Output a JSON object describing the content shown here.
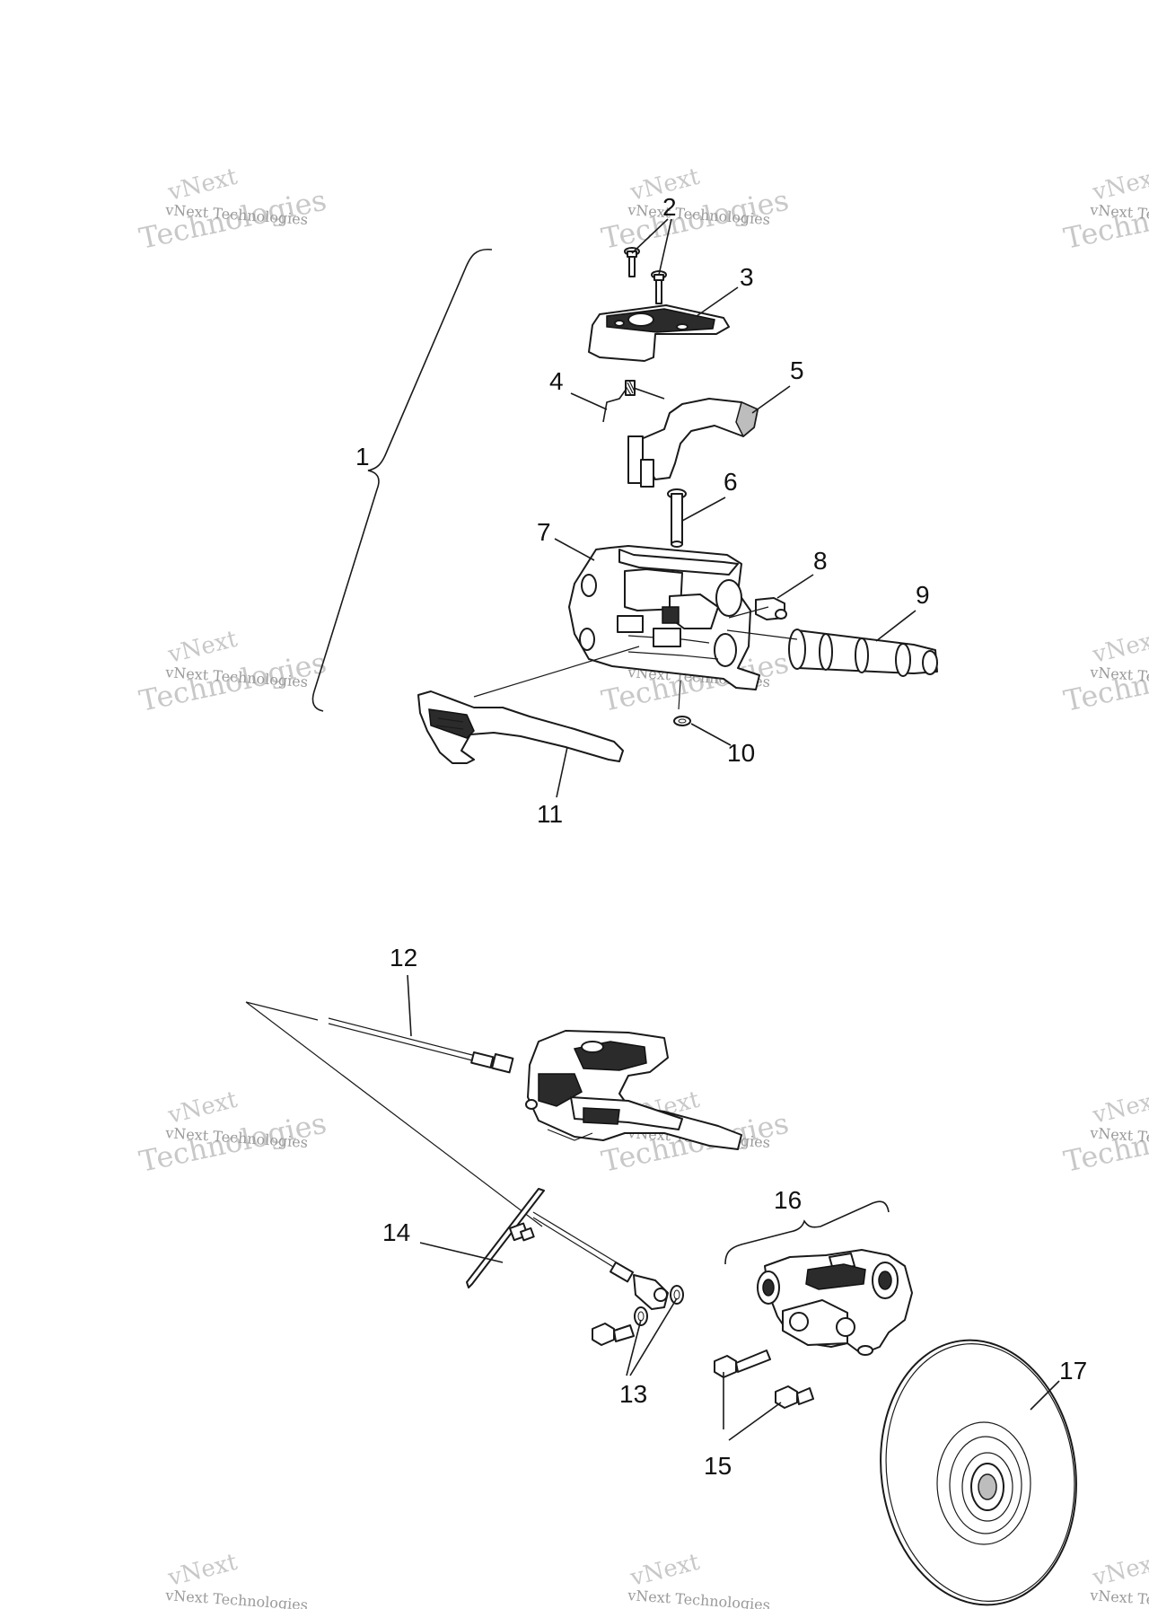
{
  "diagram": {
    "callouts": [
      "1",
      "2",
      "3",
      "4",
      "5",
      "6",
      "7",
      "8",
      "9",
      "10",
      "11",
      "12",
      "13",
      "14",
      "15",
      "16",
      "17"
    ],
    "watermark": {
      "line1": "vNext",
      "line2": "vNext Technologies",
      "line3": "Technologies"
    }
  }
}
